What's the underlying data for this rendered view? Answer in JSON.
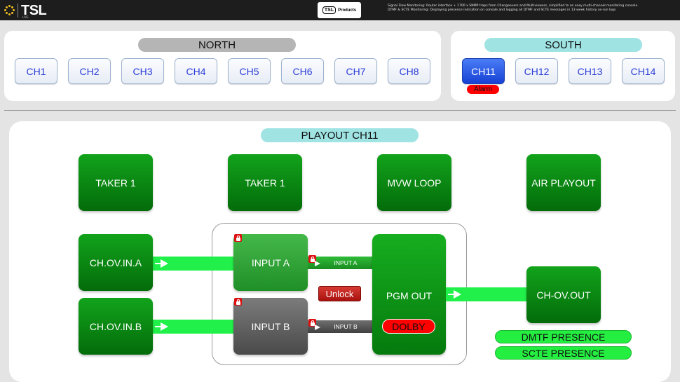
{
  "header": {
    "logo_text": "TSL",
    "logo_sub": "LIVE",
    "products_badge": "TSL",
    "products_label": "Products",
    "description_line1": "Signal Flow Monitoring: Router interface + 1700 x SNMP traps from Changeovers and Multiviewers, simplified to an easy multi-channel monitoring console.",
    "description_line2": "DTMF & SCTE Monitoring: Displaying presence indication on console and logging all DTMF and SCTE messages in 13 week history as-run logs"
  },
  "north": {
    "title": "NORTH",
    "channels": [
      "CH1",
      "CH2",
      "CH3",
      "CH4",
      "CH5",
      "CH6",
      "CH7",
      "CH8"
    ]
  },
  "south": {
    "title": "SOUTH",
    "channels": [
      "CH11",
      "CH12",
      "CH13",
      "CH14"
    ],
    "alarm_label": "Alarm"
  },
  "playout": {
    "title": "PLAYOUT CH11",
    "top_boxes": [
      "TAKER 1",
      "TAKER 1",
      "MVW LOOP",
      "AIR PLAYOUT"
    ],
    "in_a": "CH.OV.IN.A",
    "in_b": "CH.OV.IN.B",
    "input_a": "INPUT A",
    "input_b": "INPUT B",
    "path_a": "INPUT A",
    "path_b": "INPUT B",
    "unlock": "Unlock",
    "pgm_out": "PGM OUT",
    "dolby": "DOLBY",
    "out": "CH-OV.OUT",
    "dtmf": "DMTF PRESENCE",
    "scte": "SCTE PRESENCE"
  },
  "colors": {
    "alarm": "#ff0000",
    "active_channel": "#1741d4",
    "presence": "#24ef40",
    "signal_flow": "#21f04a"
  }
}
